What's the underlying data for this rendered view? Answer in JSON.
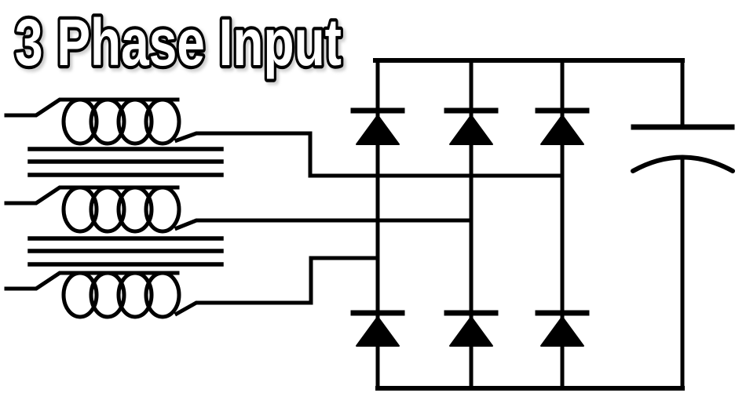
{
  "title": {
    "text": "3 Phase Input"
  },
  "colors": {
    "background": "#ffffff",
    "line": "#000000",
    "title_fill": "#ffffff",
    "title_outline": "#000000",
    "title_shadow": "#9e9e9e"
  },
  "diagram": {
    "kind": "three-phase rectifier schematic",
    "phase_count": 3,
    "inductor_loops_per_phase": 4,
    "core_line_groups": 2,
    "core_lines_per_group": 3,
    "diodes_top_row": 3,
    "diodes_bottom_row": 3,
    "capacitor_count": 1,
    "capacitor_style": "polarized (straight top plate, curved bottom plate)"
  }
}
